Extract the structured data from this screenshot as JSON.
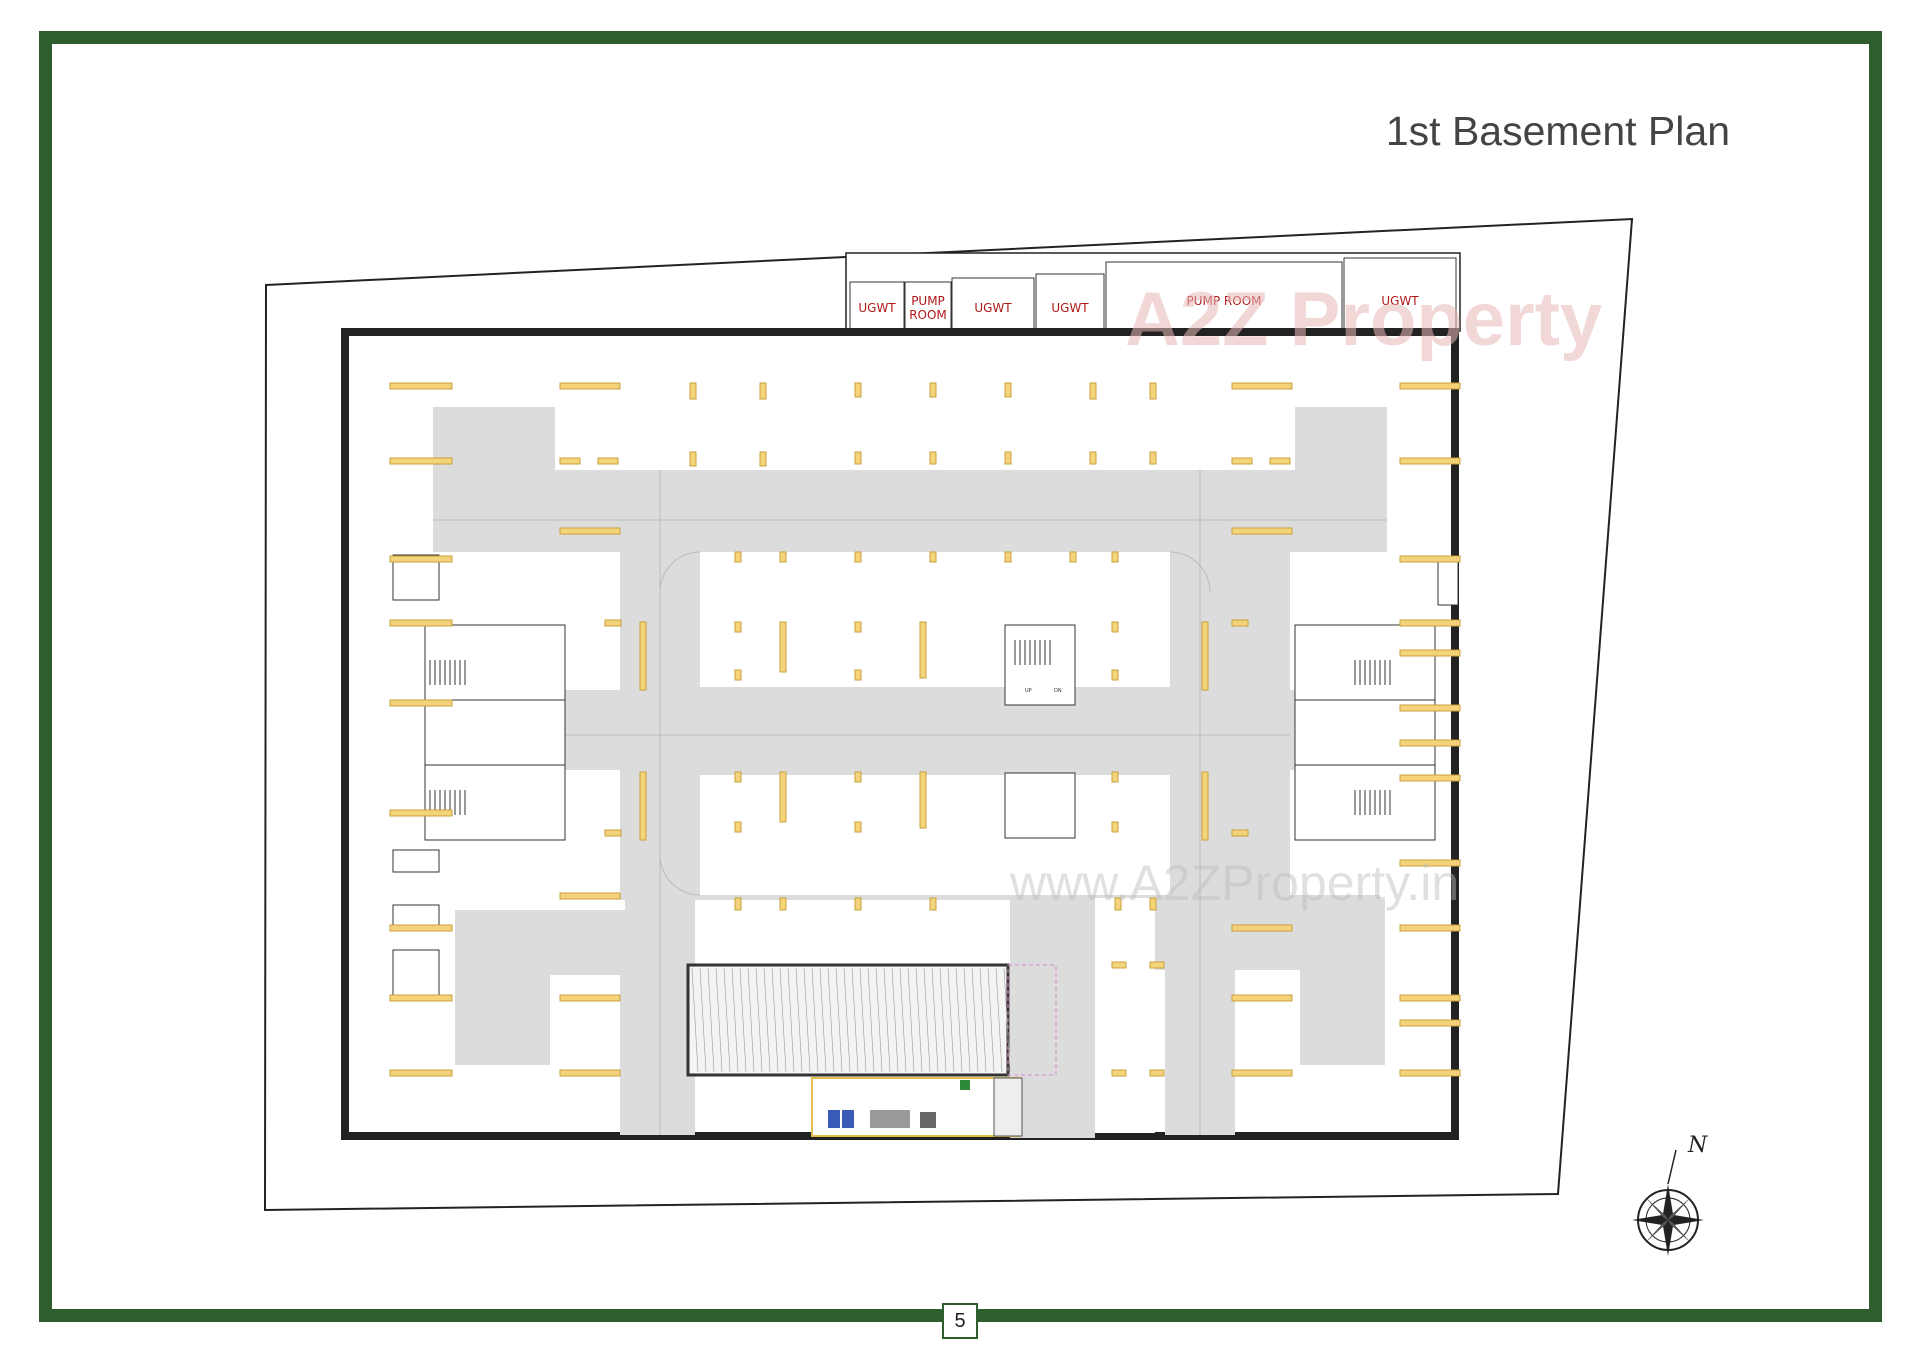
{
  "title": "1st Basement Plan",
  "page_number": "5",
  "tanks": [
    {
      "label": "UGWT"
    },
    {
      "label": "PUMP ROOM",
      "lines": [
        "PUMP",
        "ROOM"
      ]
    },
    {
      "label": "UGWT"
    },
    {
      "label": "UGWT"
    },
    {
      "label": "PUMP ROOM"
    },
    {
      "label": "UGWT"
    }
  ],
  "watermark_logo": "A2Z Property",
  "watermark_url": "www.A2ZProperty.in",
  "stair_labels": {
    "up": "UP",
    "dn": "DN"
  },
  "compass_letter": "N",
  "colors": {
    "frame": "#2e5e2e",
    "columns": "#f5d37a",
    "column_edge": "#c9a13c",
    "driveway": "#dcdcdc",
    "tank_text": "#b01818"
  }
}
